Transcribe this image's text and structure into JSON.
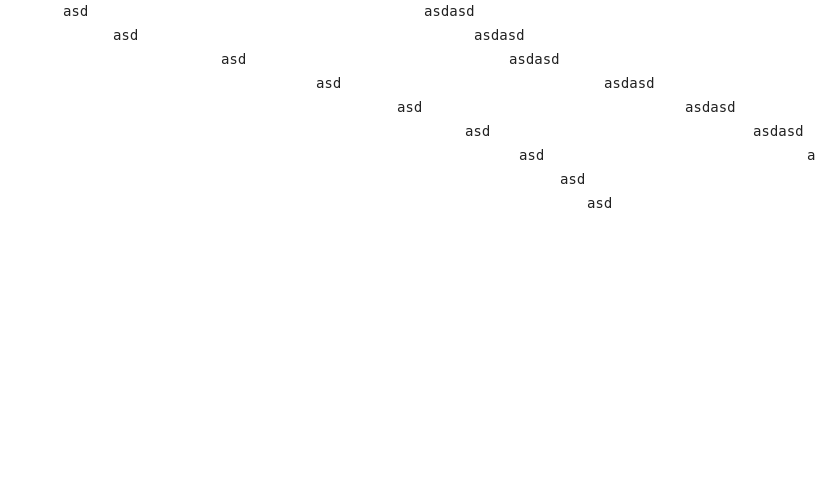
{
  "lines": [
    {
      "left": "asd",
      "right": "asdasd"
    },
    {
      "left": "asd",
      "right": "asdasd"
    },
    {
      "left": "asd",
      "right": "asdasd"
    },
    {
      "left": "asd",
      "right": "asdasd"
    },
    {
      "left": "asd",
      "right": "asdasd"
    },
    {
      "left": "asd",
      "right": "asdasd"
    },
    {
      "left": "asd",
      "right": "a"
    },
    {
      "left": "asd"
    },
    {
      "left": "asd"
    }
  ]
}
